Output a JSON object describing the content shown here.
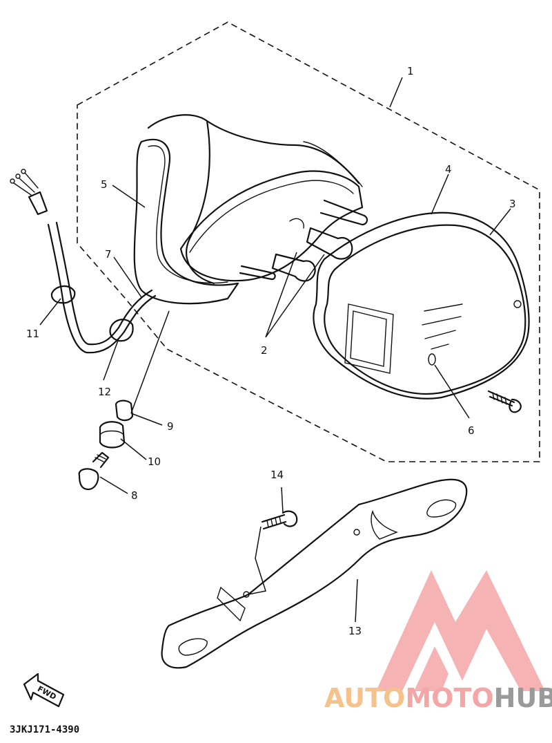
{
  "callouts": {
    "n1": "1",
    "n2": "2",
    "n3": "3",
    "n4": "4",
    "n5": "5",
    "n6": "6",
    "n7": "7",
    "n8": "8",
    "n9": "9",
    "n10": "10",
    "n11": "11",
    "n12": "12",
    "n13": "13",
    "n14": "14"
  },
  "fwd_label": "FWD",
  "diagram_code": "3JKJ171-4390",
  "watermark": {
    "part1": "AUTO",
    "part2": "MOTO",
    "part3": "HUB",
    "colors": {
      "auto": "#f6c28c",
      "moto": "#f4a6a6",
      "hub": "#9a9a9a",
      "logo": "#f4a6a6"
    }
  }
}
